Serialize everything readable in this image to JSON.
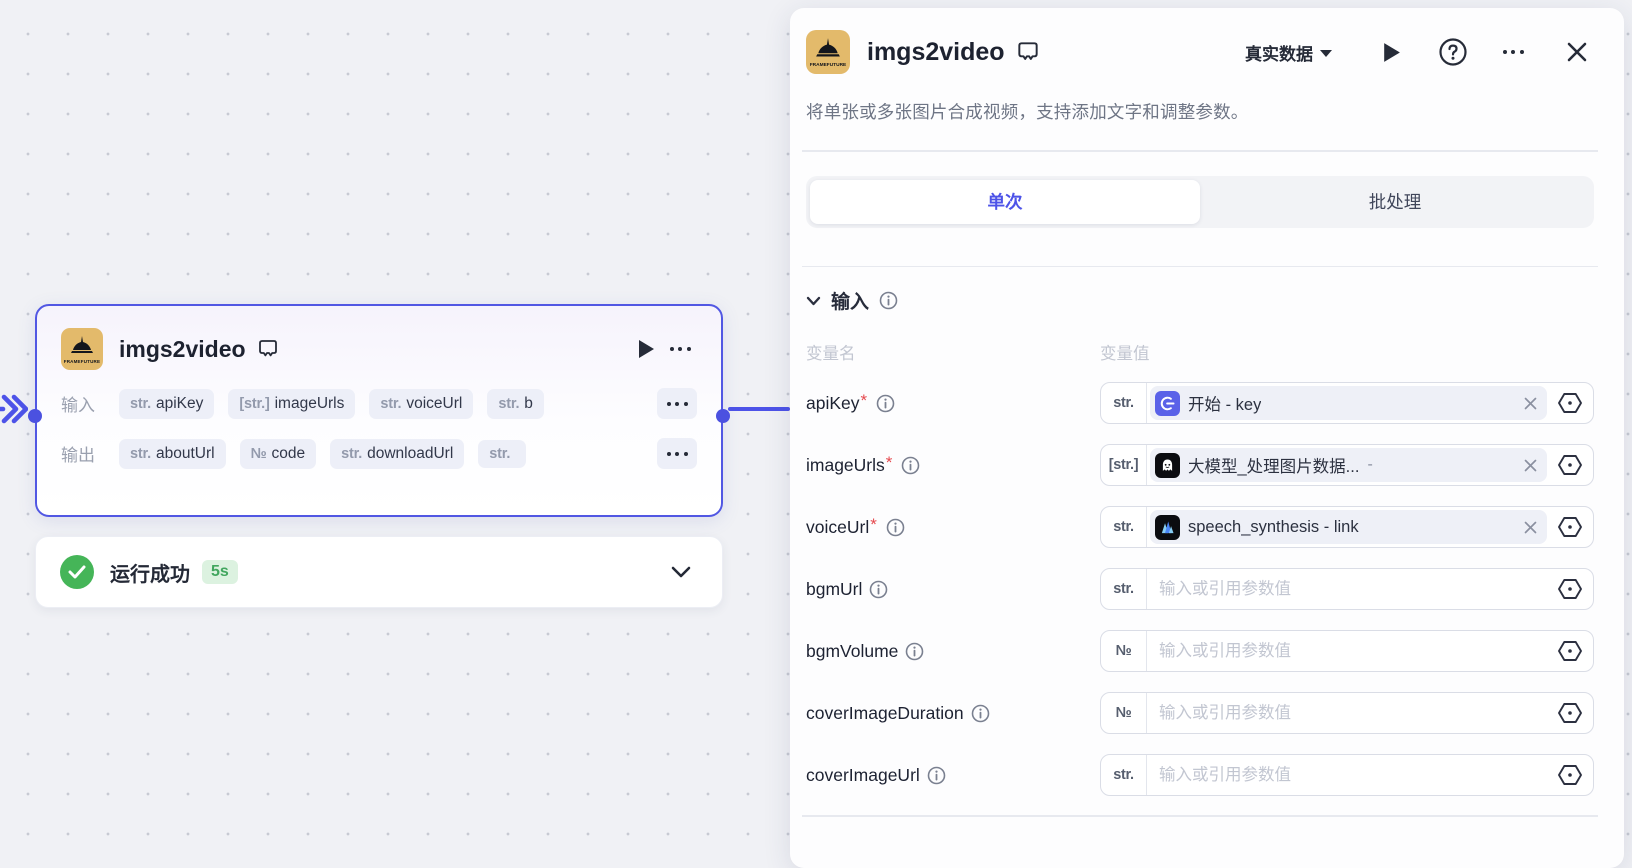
{
  "colors": {
    "accent": "#4d53e8",
    "success_green": "#45b558",
    "plugin_icon_bg": "#e3ba6b"
  },
  "canvas": {
    "node": {
      "title": "imgs2video",
      "brand": "FRAMEFUTURE",
      "input_label": "输入",
      "output_label": "输出",
      "more_label": "···",
      "input_chips": [
        {
          "type": "str.",
          "name": "apiKey"
        },
        {
          "type": "[str.]",
          "name": "imageUrls"
        },
        {
          "type": "str.",
          "name": "voiceUrl"
        },
        {
          "type": "str.",
          "name": "b"
        }
      ],
      "output_chips": [
        {
          "type": "str.",
          "name": "aboutUrl"
        },
        {
          "type": "№",
          "name": "code"
        },
        {
          "type": "str.",
          "name": "downloadUrl"
        },
        {
          "type": "str.",
          "name": ""
        }
      ]
    },
    "status": {
      "label": "运行成功",
      "duration": "5s"
    }
  },
  "panel": {
    "title": "imgs2video",
    "brand": "FRAMEFUTURE",
    "data_mode": "真实数据",
    "description": "将单张或多张图片合成视频，支持添加文字和调整参数。",
    "tabs": [
      {
        "label": "单次"
      },
      {
        "label": "批处理"
      }
    ],
    "section_title": "输入",
    "columns": {
      "name": "变量名",
      "value": "变量值"
    },
    "required_mark": "*",
    "rows": [
      {
        "name": "apiKey",
        "type": "str.",
        "value": "开始 - key",
        "icon": "start-node-icon"
      },
      {
        "name": "imageUrls",
        "type": "[str.]",
        "value": "大模型_处理图片数据...",
        "suffix": "-",
        "icon": "llm-node-icon"
      },
      {
        "name": "voiceUrl",
        "type": "str.",
        "value": "speech_synthesis - link",
        "icon": "speech-synthesis-node-icon"
      },
      {
        "name": "bgmUrl",
        "type": "str.",
        "placeholder": "输入或引用参数值"
      },
      {
        "name": "bgmVolume",
        "type": "№",
        "placeholder": "输入或引用参数值"
      },
      {
        "name": "coverImageDuration",
        "type": "№",
        "placeholder": "输入或引用参数值"
      },
      {
        "name": "coverImageUrl",
        "type": "str.",
        "placeholder": "输入或引用参数值"
      }
    ]
  }
}
